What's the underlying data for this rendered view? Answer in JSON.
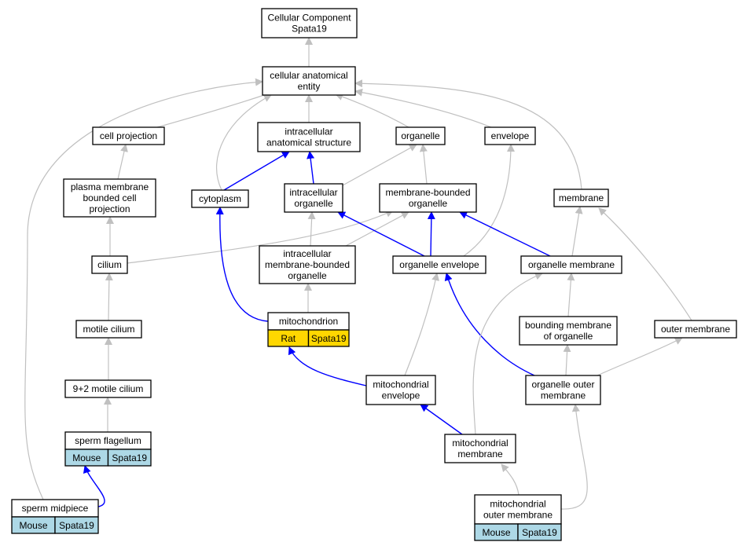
{
  "colors": {
    "gray_edge": "#c0c0c0",
    "blue_edge": "#0000ff",
    "rat_badge": "#ffd700",
    "mouse_badge": "#add8e6"
  },
  "nodes": [
    {
      "id": "cc",
      "lines": [
        "Cellular Component",
        "Spata19"
      ]
    },
    {
      "id": "cae",
      "lines": [
        "cellular anatomical",
        "entity"
      ]
    },
    {
      "id": "cellproj",
      "lines": [
        "cell projection"
      ]
    },
    {
      "id": "ias",
      "lines": [
        "intracellular",
        "anatomical structure"
      ]
    },
    {
      "id": "organelle",
      "lines": [
        "organelle"
      ]
    },
    {
      "id": "envelope",
      "lines": [
        "envelope"
      ]
    },
    {
      "id": "pmbcp",
      "lines": [
        "plasma membrane",
        "bounded cell",
        "projection"
      ]
    },
    {
      "id": "cytoplasm",
      "lines": [
        "cytoplasm"
      ]
    },
    {
      "id": "io",
      "lines": [
        "intracellular",
        "organelle"
      ]
    },
    {
      "id": "mbo",
      "lines": [
        "membrane-bounded",
        "organelle"
      ]
    },
    {
      "id": "membrane",
      "lines": [
        "membrane"
      ]
    },
    {
      "id": "cilium",
      "lines": [
        "cilium"
      ]
    },
    {
      "id": "imbo",
      "lines": [
        "intracellular",
        "membrane-bounded",
        "organelle"
      ]
    },
    {
      "id": "oenv",
      "lines": [
        "organelle envelope"
      ]
    },
    {
      "id": "omem",
      "lines": [
        "organelle membrane"
      ]
    },
    {
      "id": "mito",
      "lines": [
        "mitochondrion"
      ],
      "badges": [
        {
          "text": "Rat",
          "color": "rat"
        },
        {
          "text": "Spata19",
          "color": "rat"
        }
      ]
    },
    {
      "id": "motcil",
      "lines": [
        "motile cilium"
      ]
    },
    {
      "id": "bmo",
      "lines": [
        "bounding membrane",
        "of organelle"
      ]
    },
    {
      "id": "outmem",
      "lines": [
        "outer membrane"
      ]
    },
    {
      "id": "ninetwo",
      "lines": [
        "9+2 motile cilium"
      ]
    },
    {
      "id": "menv",
      "lines": [
        "mitochondrial",
        "envelope"
      ]
    },
    {
      "id": "oom",
      "lines": [
        "organelle outer",
        "membrane"
      ]
    },
    {
      "id": "spflag",
      "lines": [
        "sperm flagellum"
      ],
      "badges": [
        {
          "text": "Mouse",
          "color": "mouse"
        },
        {
          "text": "Spata19",
          "color": "mouse"
        }
      ]
    },
    {
      "id": "mmem",
      "lines": [
        "mitochondrial",
        "membrane"
      ]
    },
    {
      "id": "spmid",
      "lines": [
        "sperm midpiece"
      ],
      "badges": [
        {
          "text": "Mouse",
          "color": "mouse"
        },
        {
          "text": "Spata19",
          "color": "mouse"
        }
      ]
    },
    {
      "id": "moutmem",
      "lines": [
        "mitochondrial",
        "outer membrane"
      ],
      "badges": [
        {
          "text": "Mouse",
          "color": "mouse"
        },
        {
          "text": "Spata19",
          "color": "mouse"
        }
      ]
    }
  ],
  "edges": [
    {
      "from": "cae",
      "to": "cc",
      "kind": "is_a"
    },
    {
      "from": "cellproj",
      "to": "cae",
      "kind": "is_a"
    },
    {
      "from": "ias",
      "to": "cae",
      "kind": "is_a"
    },
    {
      "from": "organelle",
      "to": "cae",
      "kind": "is_a"
    },
    {
      "from": "envelope",
      "to": "cae",
      "kind": "is_a"
    },
    {
      "from": "cytoplasm",
      "to": "cae",
      "kind": "is_a"
    },
    {
      "from": "membrane",
      "to": "cae",
      "kind": "is_a"
    },
    {
      "from": "spmid",
      "to": "cae",
      "kind": "is_a"
    },
    {
      "from": "pmbcp",
      "to": "cellproj",
      "kind": "is_a"
    },
    {
      "from": "cytoplasm",
      "to": "ias",
      "kind": "part_of"
    },
    {
      "from": "io",
      "to": "ias",
      "kind": "part_of"
    },
    {
      "from": "io",
      "to": "organelle",
      "kind": "is_a"
    },
    {
      "from": "mbo",
      "to": "organelle",
      "kind": "is_a"
    },
    {
      "from": "cilium",
      "to": "pmbcp",
      "kind": "is_a"
    },
    {
      "from": "cilium",
      "to": "mbo",
      "kind": "is_a"
    },
    {
      "from": "imbo",
      "to": "io",
      "kind": "is_a"
    },
    {
      "from": "imbo",
      "to": "mbo",
      "kind": "is_a"
    },
    {
      "from": "oenv",
      "to": "io",
      "kind": "part_of"
    },
    {
      "from": "oenv",
      "to": "mbo",
      "kind": "part_of"
    },
    {
      "from": "oenv",
      "to": "envelope",
      "kind": "is_a"
    },
    {
      "from": "omem",
      "to": "mbo",
      "kind": "part_of"
    },
    {
      "from": "omem",
      "to": "membrane",
      "kind": "is_a"
    },
    {
      "from": "mito",
      "to": "imbo",
      "kind": "is_a"
    },
    {
      "from": "mito",
      "to": "cytoplasm",
      "kind": "part_of"
    },
    {
      "from": "motcil",
      "to": "cilium",
      "kind": "is_a"
    },
    {
      "from": "bmo",
      "to": "omem",
      "kind": "is_a"
    },
    {
      "from": "outmem",
      "to": "membrane",
      "kind": "is_a"
    },
    {
      "from": "ninetwo",
      "to": "motcil",
      "kind": "is_a"
    },
    {
      "from": "menv",
      "to": "oenv",
      "kind": "is_a"
    },
    {
      "from": "menv",
      "to": "mito",
      "kind": "part_of"
    },
    {
      "from": "oom",
      "to": "bmo",
      "kind": "is_a"
    },
    {
      "from": "oom",
      "to": "outmem",
      "kind": "is_a"
    },
    {
      "from": "oom",
      "to": "oenv",
      "kind": "part_of"
    },
    {
      "from": "spflag",
      "to": "ninetwo",
      "kind": "is_a"
    },
    {
      "from": "mmem",
      "to": "menv",
      "kind": "part_of"
    },
    {
      "from": "mmem",
      "to": "omem",
      "kind": "is_a"
    },
    {
      "from": "spmid",
      "to": "spflag",
      "kind": "part_of"
    },
    {
      "from": "moutmem",
      "to": "mmem",
      "kind": "is_a"
    },
    {
      "from": "moutmem",
      "to": "oom",
      "kind": "is_a"
    }
  ]
}
